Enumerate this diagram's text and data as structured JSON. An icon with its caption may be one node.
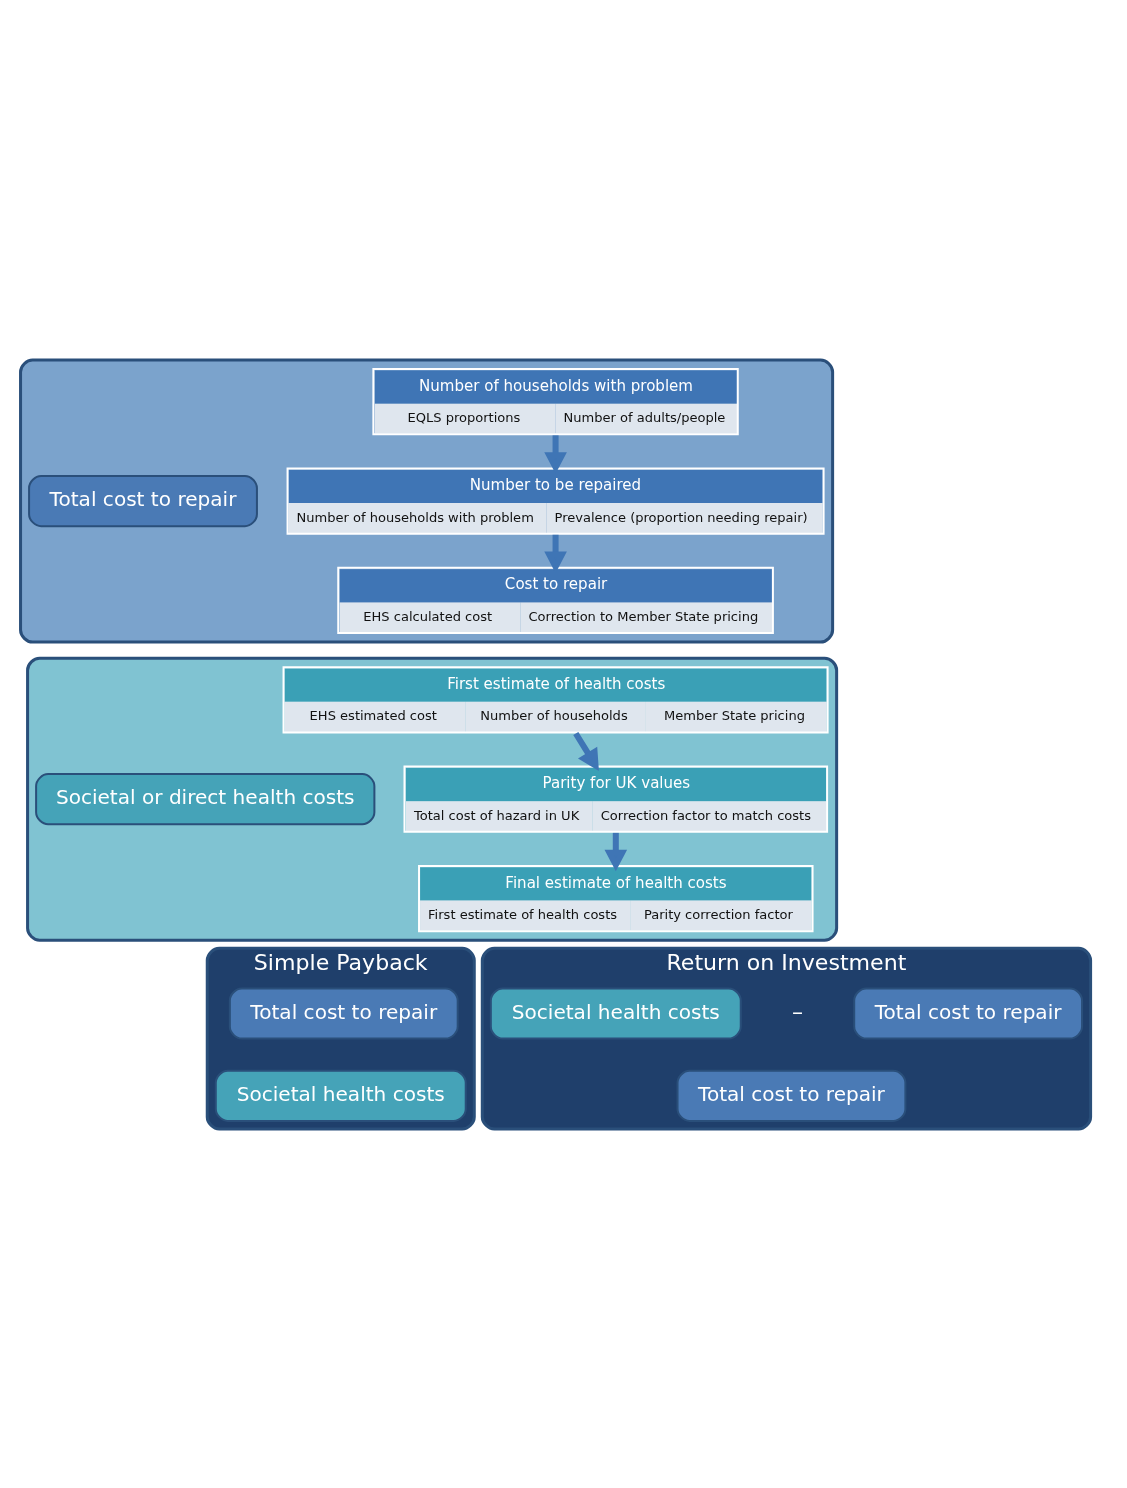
{
  "diagram": {
    "nodes": [
      {
        "text": [],
        "shape": "box"
      },
      {
        "text": [
          "Total cost to repair"
        ],
        "in": 0
      },
      {
        "text": [
          "Number of households with problem",
          "EQLS proportions",
          "Number of adults/people"
        ],
        "in": 0
      },
      {
        "text": [
          "Number to be repaired",
          "Number of households with problem",
          "Prevalence (proportion needing repair)"
        ],
        "in": 0
      },
      {
        "text": [
          "Cost to repair",
          "EHS calculated cost",
          "Correction to Member State pricing"
        ],
        "in": 0
      },
      {
        "text": [],
        "shape": "box"
      },
      {
        "text": [
          "Societal or direct health costs"
        ],
        "in": 5
      },
      {
        "text": [
          "First estimate of health costs",
          "EHS estimated cost",
          "Number of households",
          "Member State pricing"
        ],
        "in": 5
      },
      {
        "text": [
          "Parity for UK values",
          "Total cost of hazard in UK",
          "Correction factor to match costs"
        ],
        "in": 5
      },
      {
        "text": [
          "Final estimate of health costs",
          "First estimate of health costs",
          "Parity correction factor"
        ],
        "in": 5
      },
      {
        "text": [
          "Simple Payback"
        ]
      },
      {
        "text": [
          "Total cost to repair"
        ],
        "in": 10
      },
      {
        "text": [
          "Societal health costs"
        ],
        "in": 10
      },
      {
        "text": [
          "Return on Investment"
        ]
      },
      {
        "text": [
          "Societal health costs"
        ],
        "in": 13
      },
      {
        "text": [
          "Total cost to repair"
        ],
        "in": 13
      },
      {
        "text": [
          "Total cost to repair"
        ],
        "in": 13
      }
    ],
    "edges": [
      {
        "from": 2,
        "to": 3,
        "arrow": "to"
      },
      {
        "from": 3,
        "to": 4,
        "arrow": "to"
      },
      {
        "from": 7,
        "to": 8,
        "arrow": "to"
      },
      {
        "from": 8,
        "to": 9,
        "arrow": "to"
      }
    ],
    "labels": [
      "–"
    ]
  }
}
